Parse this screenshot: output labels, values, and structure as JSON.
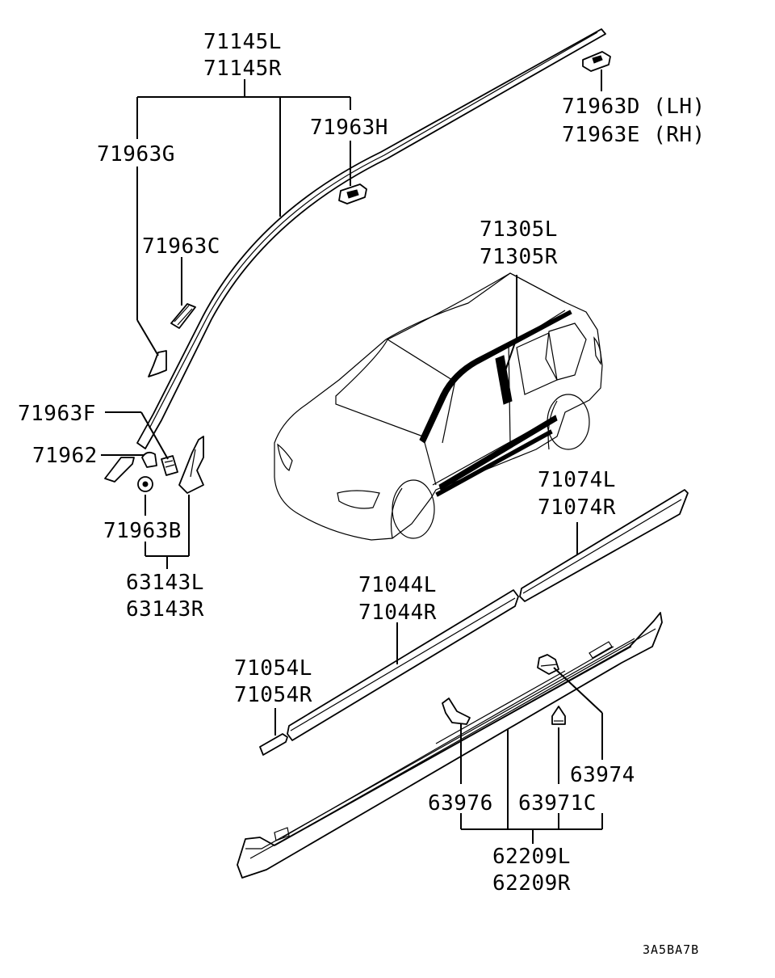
{
  "labels": {
    "moulding_roof_top": "71145L",
    "moulding_roof_bottom": "71145R",
    "clip_71963g": "71963G",
    "clip_71963h": "71963H",
    "clip_71963d": "71963D (LH)",
    "clip_71963e": "71963E (RH)",
    "clip_71963c": "71963C",
    "clip_71963f": "71963F",
    "clip_71962": "71962",
    "clip_71963b": "71963B",
    "garnish_63143l": "63143L",
    "garnish_63143r": "63143R",
    "tape_71305l": "71305L",
    "tape_71305r": "71305R",
    "moulding_71074l": "71074L",
    "moulding_71074r": "71074R",
    "moulding_71044l": "71044L",
    "moulding_71044r": "71044R",
    "moulding_71054l": "71054L",
    "moulding_71054r": "71054R",
    "clip_63974": "63974",
    "clip_63976": "63976",
    "clip_63971c": "63971C",
    "sill_62209l": "62209L",
    "sill_62209r": "62209R"
  },
  "diagram_code": "3A5BA7B"
}
